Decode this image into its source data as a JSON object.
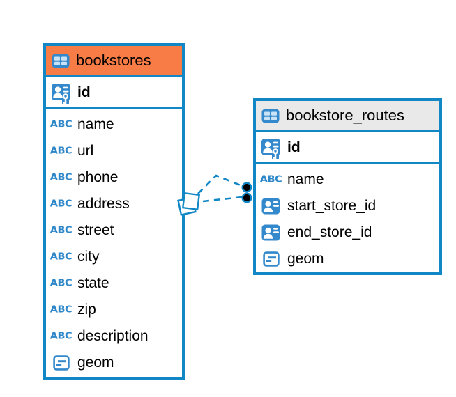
{
  "diagram": {
    "kind": "entity-relationship-diagram",
    "colors": {
      "table_border": "#1287C6",
      "bookstores_header_bg": "#F87C45",
      "routes_header_bg": "#E9E9E9",
      "icon_blue": "#3389CB",
      "abc_icon_blue": "#2E87C9",
      "connector_line": "#1287C6",
      "connector_dot_fill": "#000000",
      "text": "#000000"
    },
    "icons": {
      "text_type_label": "ABC"
    },
    "tables": [
      {
        "name": "bookstores",
        "columns": [
          {
            "name": "id",
            "type": "primary-key"
          },
          {
            "name": "name",
            "type": "text"
          },
          {
            "name": "url",
            "type": "text"
          },
          {
            "name": "phone",
            "type": "text"
          },
          {
            "name": "address",
            "type": "text"
          },
          {
            "name": "street",
            "type": "text"
          },
          {
            "name": "city",
            "type": "text"
          },
          {
            "name": "state",
            "type": "text"
          },
          {
            "name": "zip",
            "type": "text"
          },
          {
            "name": "description",
            "type": "text"
          },
          {
            "name": "geom",
            "type": "geometry"
          }
        ]
      },
      {
        "name": "bookstore_routes",
        "columns": [
          {
            "name": "id",
            "type": "primary-key"
          },
          {
            "name": "name",
            "type": "text"
          },
          {
            "name": "start_store_id",
            "type": "foreign-key"
          },
          {
            "name": "end_store_id",
            "type": "foreign-key"
          },
          {
            "name": "geom",
            "type": "geometry"
          }
        ]
      }
    ],
    "relationships": [
      {
        "from": "bookstores",
        "to": "bookstore_routes",
        "style": "dashed",
        "source_marker": "square",
        "target_marker": "filled-circle"
      },
      {
        "from": "bookstores",
        "to": "bookstore_routes",
        "style": "dashed",
        "source_marker": "square",
        "target_marker": "filled-circle"
      }
    ]
  }
}
